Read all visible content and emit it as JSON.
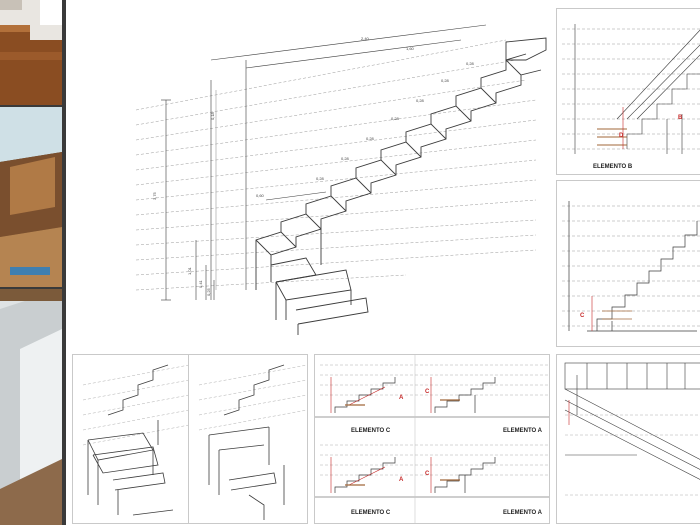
{
  "elements": {
    "B": "ELEMENTO B",
    "C": "ELEMENTO C",
    "A": "ELEMENTO A"
  },
  "letters": {
    "a": "A",
    "b": "B",
    "c": "C",
    "d": "D"
  },
  "main_dims": {
    "total_width": "2,40",
    "upper_width": "1,60",
    "mid_width": "0,60",
    "height": "3,75",
    "lower_height_1": "1,01",
    "lower_height_2": "0,41",
    "lower_height_3": "0,25",
    "tread": "0,28",
    "riser": "0,18"
  },
  "colors": {
    "line": "#3c3c3c",
    "dash": "#9a9a9a",
    "accent_red": "#c62828",
    "wood": "#a0673a"
  }
}
